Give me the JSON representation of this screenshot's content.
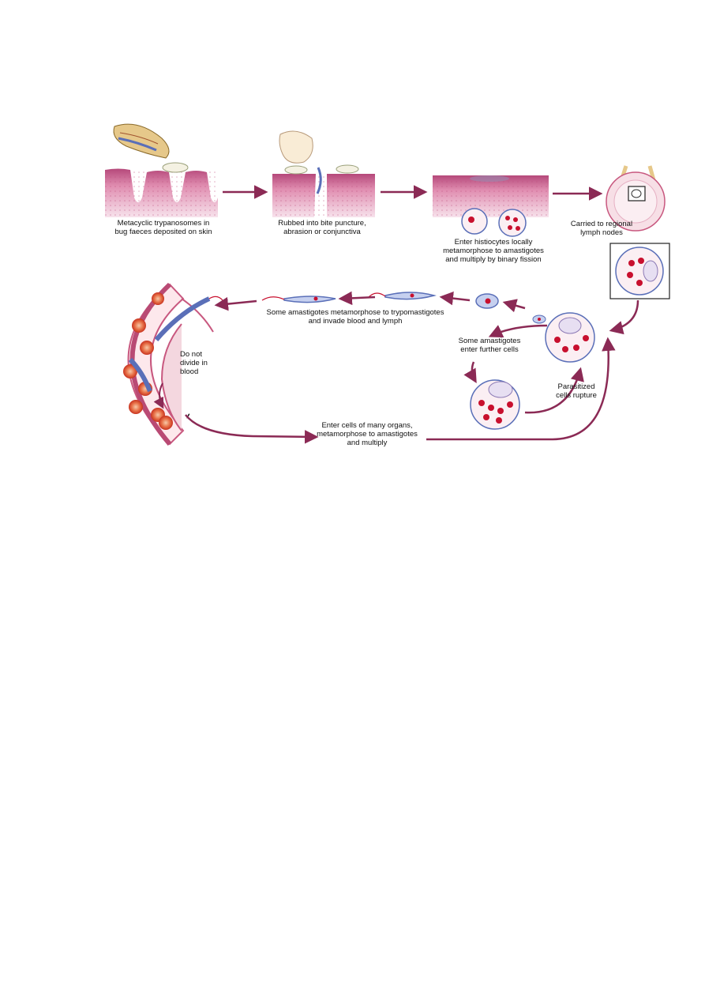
{
  "colors": {
    "skin_top": "#c85a8c",
    "skin_base": "#f3d3e0",
    "arrow": "#8b2a55",
    "cell_nucleus": "#c8102e",
    "parasite_blue": "#5a6fb8",
    "vessel_wall": "#c8587f"
  },
  "labels": {
    "step1": "Metacyclic trypanosomes in\nbug faeces deposited on skin",
    "step2": "Rubbed into bite puncture,\nabrasion or conjunctiva",
    "step3": "Enter histiocytes locally\nmetamorphose to amastigotes\nand multiply by binary fission",
    "step4": "Carried to regional\nlymph nodes",
    "trypo": "Some amastigotes metamorphose to trypomastigotes\nand invade blood and lymph",
    "further": "Some amastigotes\nenter further cells",
    "rupture": "Parasitized\ncells rupture",
    "blood": "Do not\ndivide in\nblood",
    "organs": "Enter cells of many organs,\nmetamorphose to amastigotes\nand multiply"
  }
}
